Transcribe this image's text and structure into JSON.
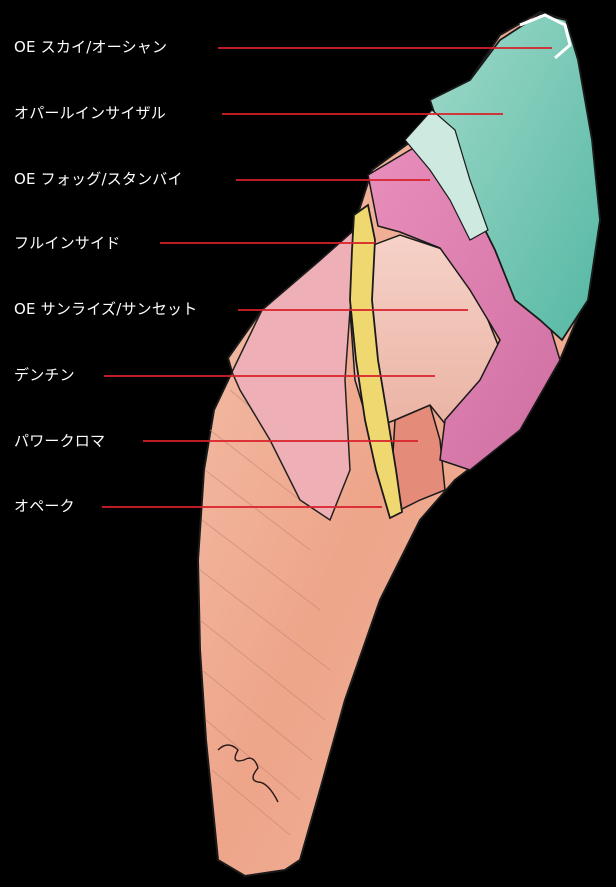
{
  "colors": {
    "background": "#000000",
    "label_text": "#ffffff",
    "leader_line": "#d8202a",
    "oe_sky_ocean": "#6ec6b4",
    "opal_incisal": "#a9dccb",
    "oe_fog_standby": "#d97fb0",
    "full_inside": "#e8d070",
    "oe_sunrise_sunset": "#e9a0b0",
    "dentin": "#f0c2b4",
    "power_chroma": "#e58d7c",
    "opaque": "#e8a890"
  },
  "labels": [
    {
      "text": "OE スカイ/オーシャン"
    },
    {
      "text": "オパールインサイザル"
    },
    {
      "text": "OE フォッグ/スタンバイ"
    },
    {
      "text": "フルインサイド"
    },
    {
      "text": "OE サンライズ/サンセット"
    },
    {
      "text": "デンチン"
    },
    {
      "text": "パワークロマ"
    },
    {
      "text": "オペーク"
    }
  ]
}
